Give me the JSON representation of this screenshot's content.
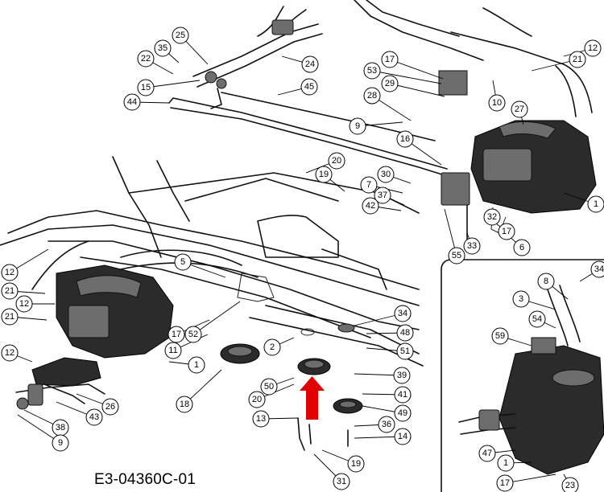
{
  "diagram_code": "E3-04360C-01",
  "accent_arrow_color": "#e00000",
  "callouts": [
    "25",
    "35",
    "22",
    "15",
    "44",
    "24",
    "45",
    "17",
    "53",
    "29",
    "28",
    "9",
    "16",
    "21",
    "10",
    "27",
    "1",
    "20",
    "19",
    "30",
    "7",
    "37",
    "42",
    "32",
    "17",
    "6",
    "33",
    "55",
    "12",
    "21",
    "12",
    "21",
    "5",
    "52",
    "17",
    "11",
    "2",
    "34",
    "48",
    "51",
    "1",
    "12",
    "26",
    "43",
    "38",
    "9",
    "18",
    "20",
    "13",
    "50",
    "39",
    "41",
    "49",
    "36",
    "14",
    "19",
    "31",
    "8",
    "3",
    "54",
    "59",
    "47",
    "1",
    "17",
    "23",
    "12",
    "34"
  ]
}
